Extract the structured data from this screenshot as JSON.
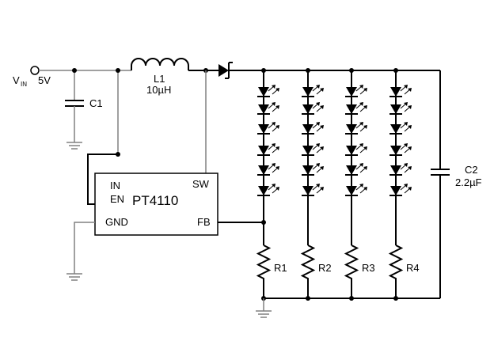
{
  "supply": {
    "v_main": "V",
    "v_sub": "IN",
    "voltage": "5V"
  },
  "c1": {
    "ref": "C1"
  },
  "l1": {
    "ref": "L1",
    "value": "10µH"
  },
  "ic": {
    "part": "PT4110",
    "pins": {
      "in": "IN",
      "en": "EN",
      "gnd": "GND",
      "sw": "SW",
      "fb": "FB"
    }
  },
  "c2": {
    "ref": "C2",
    "value": "2.2µF"
  },
  "resistors": [
    "R1",
    "R2",
    "R3",
    "R4"
  ],
  "led_strings": {
    "count": 4,
    "leds_per_string": 6
  }
}
